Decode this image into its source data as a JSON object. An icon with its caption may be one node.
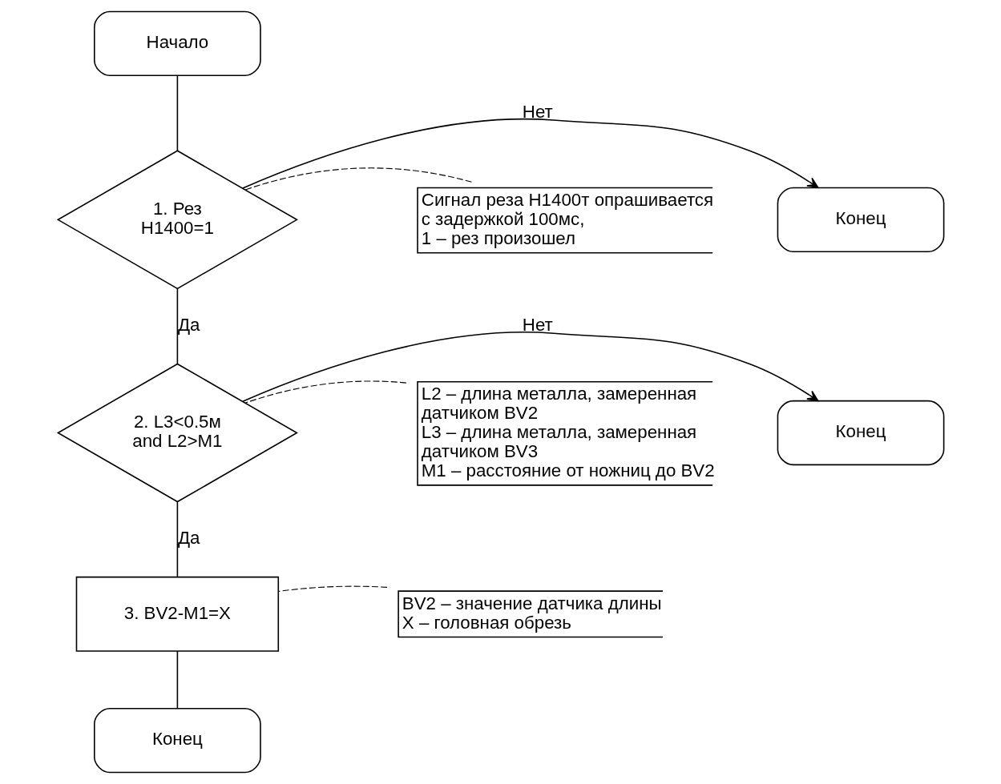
{
  "diagram": {
    "nodes": [
      {
        "text": [
          "Начало"
        ]
      },
      {
        "text": [
          "Конец"
        ]
      },
      {
        "text": [
          "1. Рез H1400=1"
        ]
      },
      {
        "text": [
          "Сигнал реза H1400т опрашивается с задержкой 100мс,",
          "1 – рез произошел"
        ]
      },
      {
        "text": [
          "Конец"
        ]
      },
      {
        "text": [
          "2. L3<0.5м and L2>M1"
        ]
      },
      {
        "text": [
          "L2 – длина металла, замеренная датчиком BV2",
          "L3 – длина металла, замеренная датчиком BV3",
          "M1 – расстояние от ножниц до BV2"
        ]
      },
      {
        "text": [
          "3. BV2-M1=X"
        ]
      },
      {
        "text": [
          "BV2 – значение датчика длины",
          "X – головная обрезь"
        ]
      },
      {
        "text": [
          "Конец"
        ]
      }
    ],
    "edges": [
      {
        "from": 0,
        "to": 2,
        "arrow": "none"
      },
      {
        "from": 2,
        "to": 1,
        "arrow": "to",
        "label": "Нет"
      },
      {
        "from": 2,
        "to": 5,
        "arrow": "none",
        "label": "Да"
      },
      {
        "from": 3,
        "to": 2,
        "arrow": "none",
        "style": "dashed"
      },
      {
        "from": 5,
        "to": 4,
        "arrow": "to",
        "label": "Нет"
      },
      {
        "from": 5,
        "to": 7,
        "arrow": "none",
        "label": "Да"
      },
      {
        "from": 6,
        "to": 5,
        "arrow": "none",
        "style": "dashed"
      },
      {
        "from": 7,
        "to": 9,
        "arrow": "none"
      },
      {
        "from": 8,
        "to": 7,
        "arrow": "none",
        "style": "dashed"
      }
    ]
  }
}
